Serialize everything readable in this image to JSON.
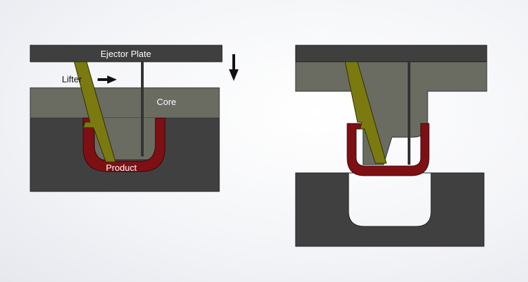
{
  "labels": {
    "ejector_plate": "Ejector Plate",
    "lifter": "Lifter",
    "core": "Core",
    "product": "Product"
  },
  "colors": {
    "ejector_plate": "#3f3f3f",
    "core": "#6a6c62",
    "cavity_block": "#404040",
    "lifter": "#7a7a10",
    "product": "#7e1014",
    "ejector_pin": "#333333",
    "arrow": "#111111",
    "label_light": "#ffffff",
    "label_dark": "#111111",
    "label_product": "#ffffff"
  },
  "arrows": {
    "lifter_motion": "right-arrow",
    "plate_motion": "down-arrow"
  }
}
